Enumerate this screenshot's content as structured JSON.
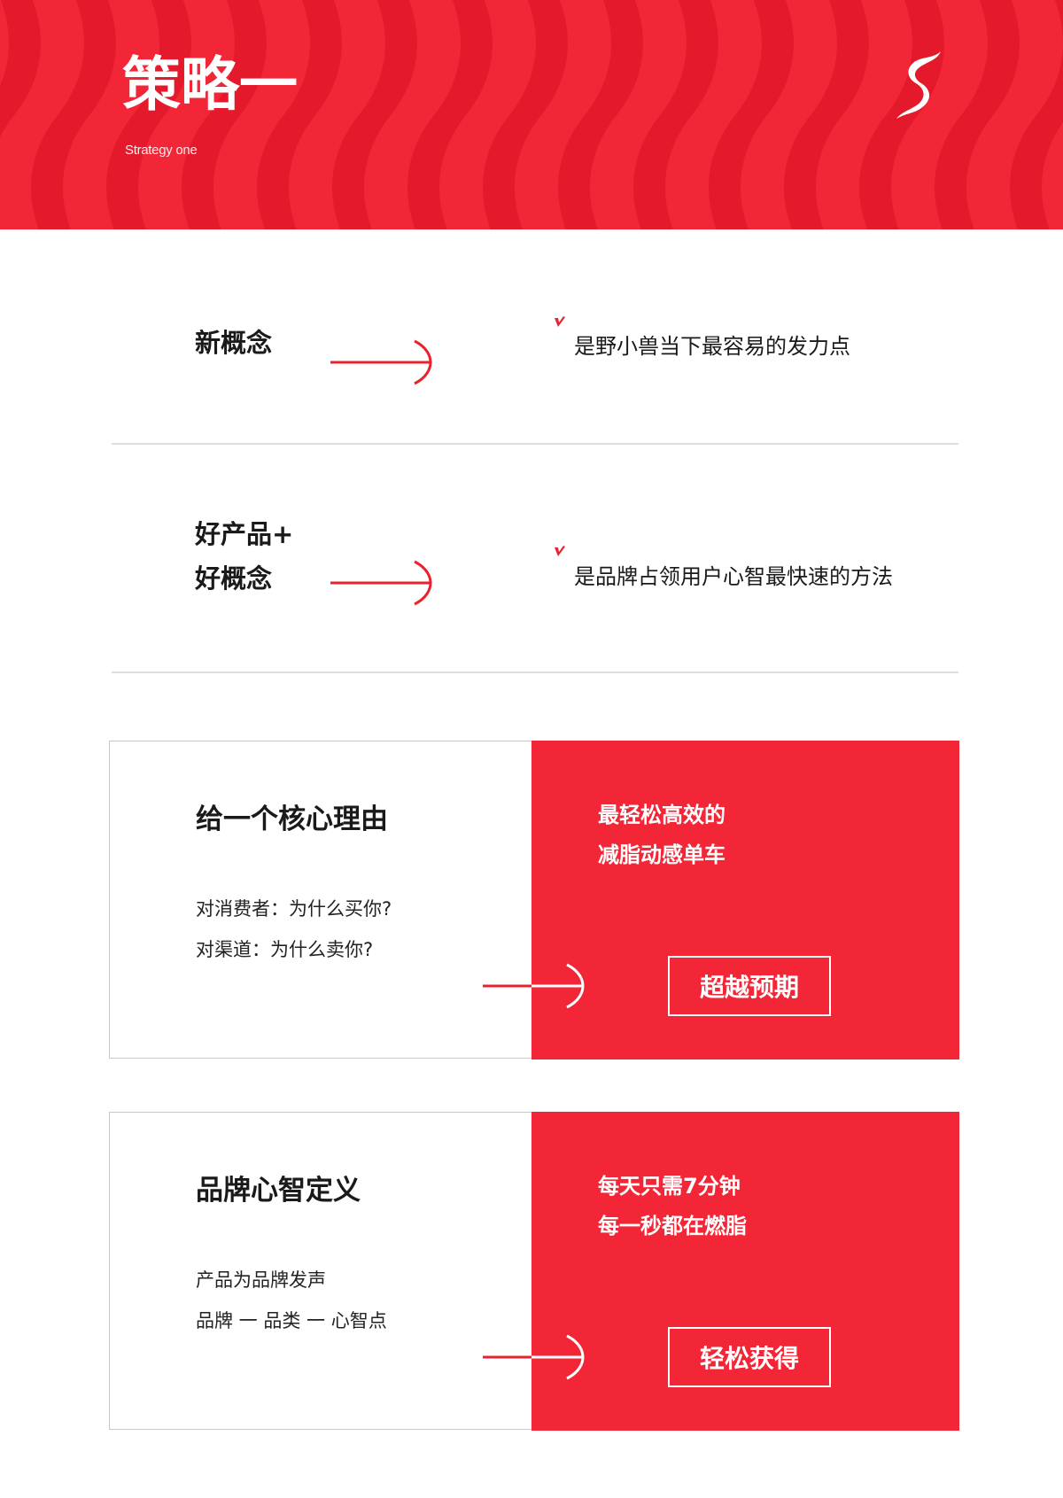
{
  "header": {
    "title": "策略一",
    "subtitle": "Strategy one",
    "logo_icon": "s-swoosh-logo",
    "colors": {
      "base": "#f22636",
      "wave": "#e41a2c"
    }
  },
  "rows": [
    {
      "heading_lines": [
        "新概念"
      ],
      "arrow_icon": "arrow-right-icon",
      "tick_icon": "red-tick-icon",
      "text": "是野小兽当下最容易的发力点"
    },
    {
      "heading_lines": [
        "好产品+",
        "好概念"
      ],
      "arrow_icon": "arrow-right-icon",
      "tick_icon": "red-tick-icon",
      "text": "是品牌占领用户心智最快速的方法"
    }
  ],
  "cards": [
    {
      "title": "给一个核心理由",
      "lines": [
        "对消费者：为什么买你?",
        "对渠道：为什么卖你?"
      ],
      "highlight_lines": [
        "最轻松高效的",
        "减脂动感单车"
      ],
      "button_label": "超越预期"
    },
    {
      "title": "品牌心智定义",
      "lines": [
        "产品为品牌发声",
        "品牌 一 品类 一 心智点"
      ],
      "highlight_lines": [
        "每天只需7分钟",
        "每一秒都在燃脂"
      ],
      "button_label": "轻松获得"
    }
  ],
  "colors": {
    "accent_red": "#f22636",
    "text_dark": "#1a1a1a",
    "divider": "#dedede",
    "card_border": "#c8c8c8"
  }
}
